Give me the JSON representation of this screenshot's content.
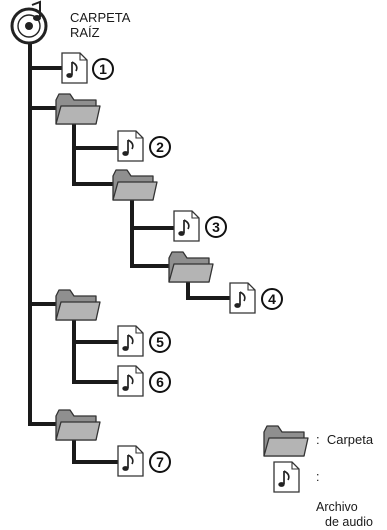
{
  "root": {
    "label_line1": "CARPETA",
    "label_line2": "RAÍZ"
  },
  "files": [
    "1",
    "2",
    "3",
    "4",
    "5",
    "6",
    "7"
  ],
  "legend": {
    "folder_separator": ":",
    "folder_label": "Carpeta",
    "audio_separator": ":",
    "audio_label_line1": "Archivo",
    "audio_label_line2": "de audio"
  },
  "icons": {
    "folder": "folder-icon",
    "audio_file": "music-note-file-icon",
    "root": "disc-icon"
  }
}
